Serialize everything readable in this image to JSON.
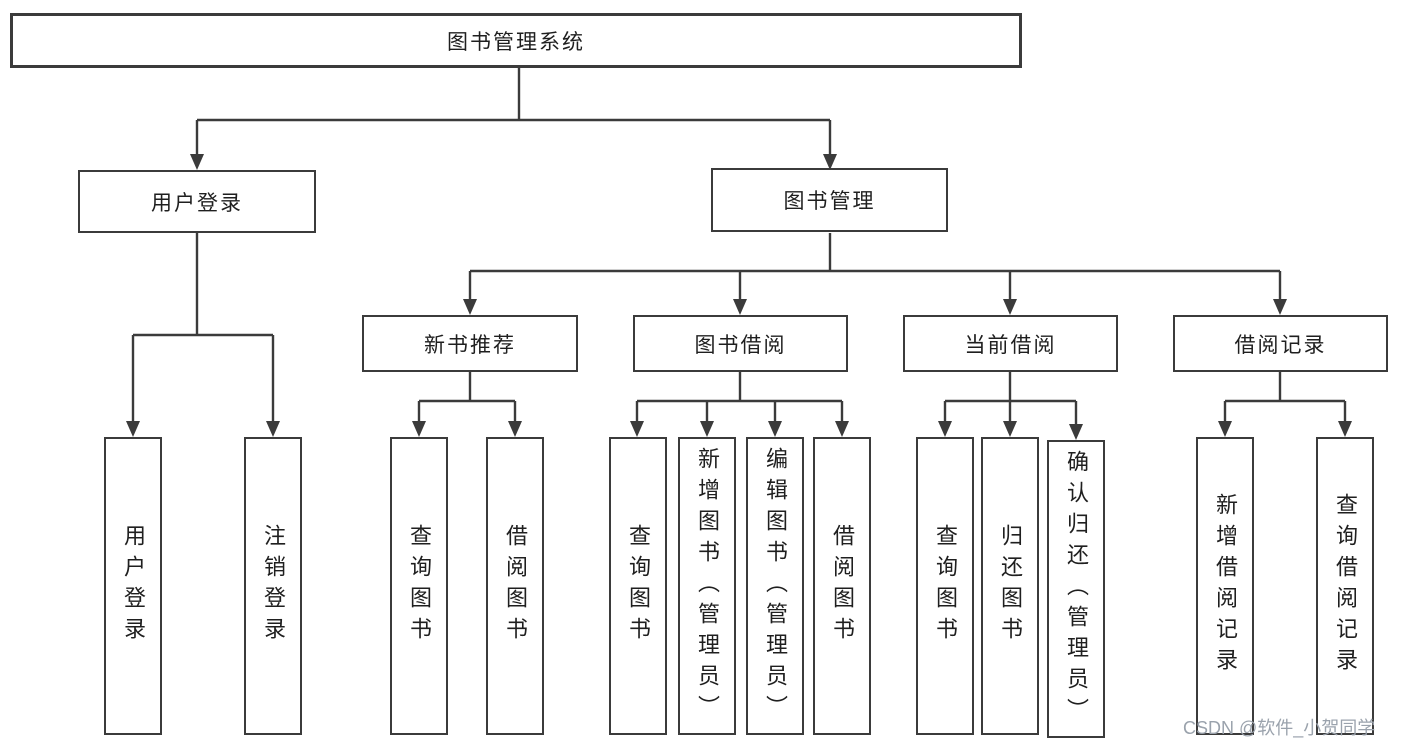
{
  "diagram": {
    "root": {
      "label": "图书管理系统"
    },
    "branches": [
      {
        "label": "用户登录",
        "children": [
          {
            "label": "用户登录"
          },
          {
            "label": "注销登录"
          }
        ]
      },
      {
        "label": "图书管理",
        "children": [
          {
            "label": "新书推荐",
            "children": [
              {
                "label": "查询图书"
              },
              {
                "label": "借阅图书"
              }
            ]
          },
          {
            "label": "图书借阅",
            "children": [
              {
                "label": "查询图书"
              },
              {
                "label": "新增图书（管理员）"
              },
              {
                "label": "编辑图书（管理员）"
              },
              {
                "label": "借阅图书"
              }
            ]
          },
          {
            "label": "当前借阅",
            "children": [
              {
                "label": "查询图书"
              },
              {
                "label": "归还图书"
              },
              {
                "label": "确认归还（管理员）"
              }
            ]
          },
          {
            "label": "借阅记录",
            "children": [
              {
                "label": "新增借阅记录"
              },
              {
                "label": "查询借阅记录"
              }
            ]
          }
        ]
      }
    ]
  },
  "colors": {
    "line": "#3b3b3b",
    "text": "#1f1f1f",
    "box_background": "#ffffff",
    "watermark": "#9aa2ac"
  },
  "watermark": "CSDN @软件_小贺同学"
}
